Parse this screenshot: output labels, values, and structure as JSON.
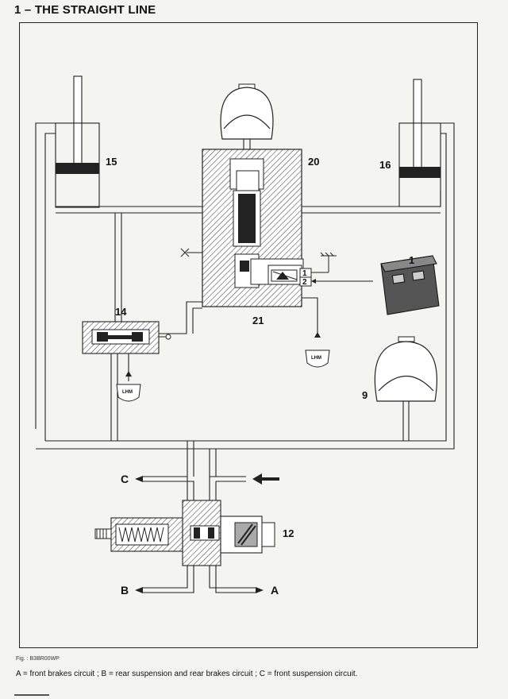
{
  "page": {
    "title": "1 – THE STRAIGHT LINE",
    "figure_ref": "Fig. : B3BR00WP",
    "caption": "A = front brakes circuit ; B = rear suspension and rear brakes circuit ; C = front suspension circuit."
  },
  "labels": {
    "n1": "1",
    "n9": "9",
    "n12": "12",
    "n14": "14",
    "n15": "15",
    "n16": "16",
    "n20": "20",
    "n21": "21",
    "a": "A",
    "b": "B",
    "c": "C",
    "port1": "1",
    "port2": "2",
    "lhm_left": "LHM",
    "lhm_right": "LHM"
  }
}
